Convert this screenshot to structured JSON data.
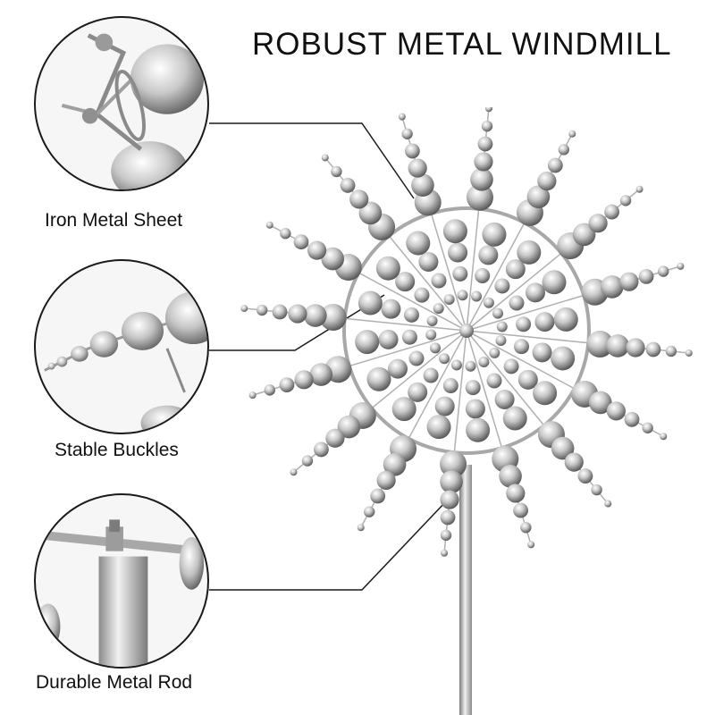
{
  "header": {
    "title": "ROBUST METAL WINDMILL"
  },
  "features": [
    {
      "label": "Iron Metal Sheet",
      "icon": "iron-sheet-closeup"
    },
    {
      "label": "Stable Buckles",
      "icon": "buckle-closeup"
    },
    {
      "label": "Durable Metal Rod",
      "icon": "rod-closeup"
    }
  ],
  "colors": {
    "line": "#1a1a1a",
    "metal_light": "#eeeeee",
    "metal_mid": "#b5b5b5",
    "metal_dark": "#6b6b6b"
  }
}
